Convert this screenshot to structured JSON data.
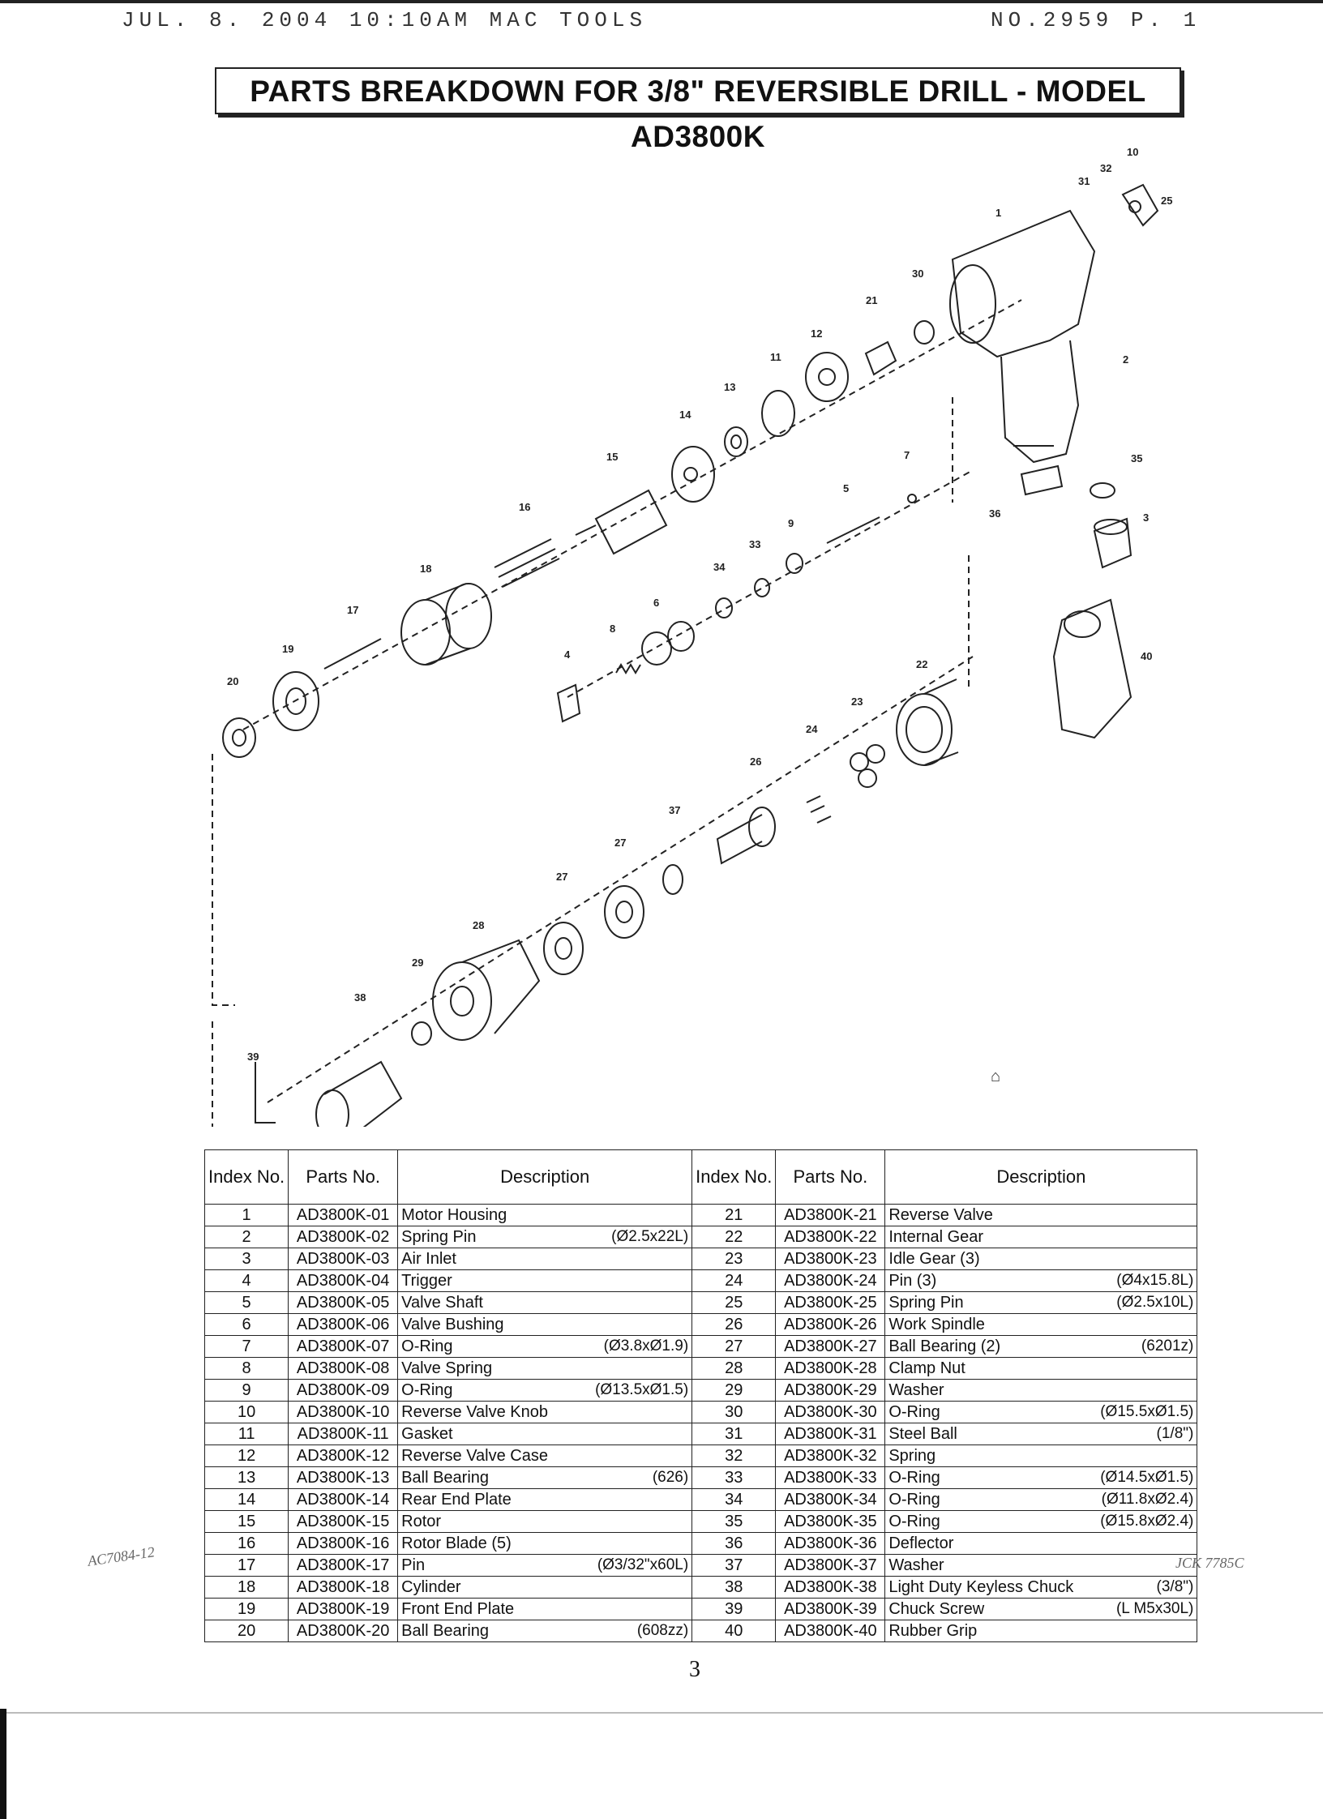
{
  "fax_header": {
    "left": "JUL. 8. 2004 10:10AM    MAC TOOLS",
    "right": "NO.2959   P. 1"
  },
  "title": "PARTS BREAKDOWN FOR 3/8\" REVERSIBLE DRILL - MODEL AD3800K",
  "diagram": {
    "callouts": [
      "1",
      "2",
      "3",
      "4",
      "5",
      "6",
      "7",
      "8",
      "9",
      "10",
      "11",
      "12",
      "13",
      "14",
      "15",
      "16",
      "17",
      "18",
      "19",
      "20",
      "21",
      "22",
      "23",
      "24",
      "25",
      "26",
      "27",
      "27",
      "28",
      "29",
      "30",
      "31",
      "32",
      "33",
      "34",
      "35",
      "36",
      "37",
      "38",
      "39",
      "40"
    ],
    "stamp": "⌂"
  },
  "table": {
    "headers": {
      "index": "Index No.",
      "parts": "Parts No.",
      "description": "Description"
    },
    "rows": [
      {
        "l": {
          "idx": "1",
          "pn": "AD3800K-01",
          "desc": "Motor Housing",
          "spec": ""
        },
        "r": {
          "idx": "21",
          "pn": "AD3800K-21",
          "desc": "Reverse Valve",
          "spec": ""
        }
      },
      {
        "l": {
          "idx": "2",
          "pn": "AD3800K-02",
          "desc": "Spring Pin",
          "spec": "(Ø2.5x22L)"
        },
        "r": {
          "idx": "22",
          "pn": "AD3800K-22",
          "desc": "Internal Gear",
          "spec": ""
        }
      },
      {
        "l": {
          "idx": "3",
          "pn": "AD3800K-03",
          "desc": "Air Inlet",
          "spec": ""
        },
        "r": {
          "idx": "23",
          "pn": "AD3800K-23",
          "desc": "Idle Gear (3)",
          "spec": ""
        }
      },
      {
        "l": {
          "idx": "4",
          "pn": "AD3800K-04",
          "desc": "Trigger",
          "spec": ""
        },
        "r": {
          "idx": "24",
          "pn": "AD3800K-24",
          "desc": "Pin (3)",
          "spec": "(Ø4x15.8L)"
        }
      },
      {
        "l": {
          "idx": "5",
          "pn": "AD3800K-05",
          "desc": "Valve Shaft",
          "spec": ""
        },
        "r": {
          "idx": "25",
          "pn": "AD3800K-25",
          "desc": "Spring Pin",
          "spec": "(Ø2.5x10L)"
        }
      },
      {
        "l": {
          "idx": "6",
          "pn": "AD3800K-06",
          "desc": "Valve Bushing",
          "spec": ""
        },
        "r": {
          "idx": "26",
          "pn": "AD3800K-26",
          "desc": "Work Spindle",
          "spec": ""
        }
      },
      {
        "l": {
          "idx": "7",
          "pn": "AD3800K-07",
          "desc": "O-Ring",
          "spec": "(Ø3.8xØ1.9)"
        },
        "r": {
          "idx": "27",
          "pn": "AD3800K-27",
          "desc": "Ball Bearing (2)",
          "spec": "(6201z)"
        }
      },
      {
        "l": {
          "idx": "8",
          "pn": "AD3800K-08",
          "desc": "Valve Spring",
          "spec": ""
        },
        "r": {
          "idx": "28",
          "pn": "AD3800K-28",
          "desc": "Clamp Nut",
          "spec": ""
        }
      },
      {
        "l": {
          "idx": "9",
          "pn": "AD3800K-09",
          "desc": "O-Ring",
          "spec": "(Ø13.5xØ1.5)"
        },
        "r": {
          "idx": "29",
          "pn": "AD3800K-29",
          "desc": "Washer",
          "spec": ""
        }
      },
      {
        "l": {
          "idx": "10",
          "pn": "AD3800K-10",
          "desc": "Reverse Valve Knob",
          "spec": ""
        },
        "r": {
          "idx": "30",
          "pn": "AD3800K-30",
          "desc": "O-Ring",
          "spec": "(Ø15.5xØ1.5)"
        }
      },
      {
        "l": {
          "idx": "11",
          "pn": "AD3800K-11",
          "desc": "Gasket",
          "spec": ""
        },
        "r": {
          "idx": "31",
          "pn": "AD3800K-31",
          "desc": "Steel Ball",
          "spec": "(1/8\")"
        }
      },
      {
        "l": {
          "idx": "12",
          "pn": "AD3800K-12",
          "desc": "Reverse Valve Case",
          "spec": ""
        },
        "r": {
          "idx": "32",
          "pn": "AD3800K-32",
          "desc": "Spring",
          "spec": ""
        }
      },
      {
        "l": {
          "idx": "13",
          "pn": "AD3800K-13",
          "desc": "Ball Bearing",
          "spec": "(626)"
        },
        "r": {
          "idx": "33",
          "pn": "AD3800K-33",
          "desc": "O-Ring",
          "spec": "(Ø14.5xØ1.5)"
        }
      },
      {
        "l": {
          "idx": "14",
          "pn": "AD3800K-14",
          "desc": "Rear End Plate",
          "spec": ""
        },
        "r": {
          "idx": "34",
          "pn": "AD3800K-34",
          "desc": "O-Ring",
          "spec": "(Ø11.8xØ2.4)"
        }
      },
      {
        "l": {
          "idx": "15",
          "pn": "AD3800K-15",
          "desc": "Rotor",
          "spec": ""
        },
        "r": {
          "idx": "35",
          "pn": "AD3800K-35",
          "desc": "O-Ring",
          "spec": "(Ø15.8xØ2.4)"
        }
      },
      {
        "l": {
          "idx": "16",
          "pn": "AD3800K-16",
          "desc": "Rotor Blade (5)",
          "spec": ""
        },
        "r": {
          "idx": "36",
          "pn": "AD3800K-36",
          "desc": "Deflector",
          "spec": ""
        }
      },
      {
        "l": {
          "idx": "17",
          "pn": "AD3800K-17",
          "desc": "Pin",
          "spec": "(Ø3/32\"x60L)"
        },
        "r": {
          "idx": "37",
          "pn": "AD3800K-37",
          "desc": "Washer",
          "spec": ""
        }
      },
      {
        "l": {
          "idx": "18",
          "pn": "AD3800K-18",
          "desc": "Cylinder",
          "spec": ""
        },
        "r": {
          "idx": "38",
          "pn": "AD3800K-38",
          "desc": "Light Duty Keyless Chuck",
          "spec": "(3/8\")"
        }
      },
      {
        "l": {
          "idx": "19",
          "pn": "AD3800K-19",
          "desc": "Front End Plate",
          "spec": ""
        },
        "r": {
          "idx": "39",
          "pn": "AD3800K-39",
          "desc": "Chuck Screw",
          "spec": "(L M5x30L)"
        }
      },
      {
        "l": {
          "idx": "20",
          "pn": "AD3800K-20",
          "desc": "Ball Bearing",
          "spec": "(608zz)"
        },
        "r": {
          "idx": "40",
          "pn": "AD3800K-40",
          "desc": "Rubber Grip",
          "spec": ""
        }
      }
    ]
  },
  "page_number": "3",
  "handwriting": {
    "left": "AC7084-12",
    "right": "JCK 7785C"
  }
}
